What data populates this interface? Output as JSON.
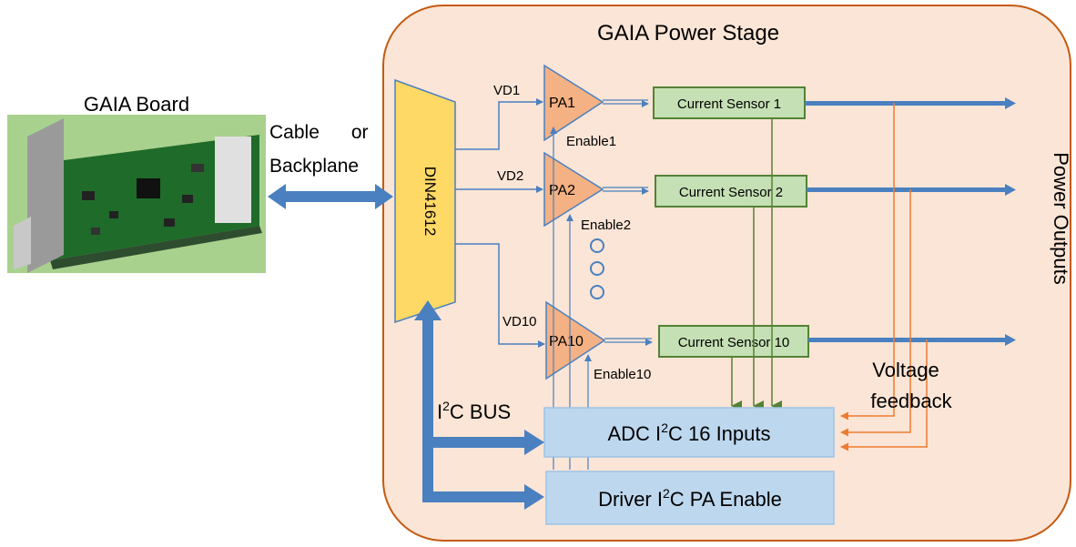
{
  "board": {
    "title": "GAIA Board"
  },
  "link": {
    "label_line1": "Cable      or",
    "label_line2": "Backplane"
  },
  "stage": {
    "title": "GAIA Power Stage"
  },
  "connector": {
    "label": "DIN41612"
  },
  "amplifiers": [
    {
      "label": "PA1",
      "supply": "VD1",
      "enable": "Enable1",
      "sensor": "Current Sensor 1"
    },
    {
      "label": "PA2",
      "supply": "VD2",
      "enable": "Enable2",
      "sensor": "Current Sensor 2"
    },
    {
      "label": "PA10",
      "supply": "VD10",
      "enable": "Enable10",
      "sensor": "Current Sensor 10"
    }
  ],
  "bus": {
    "label_pre": "I",
    "label_sup": "2",
    "label_post": "C BUS"
  },
  "adc": {
    "pre": "ADC I",
    "sup": "2",
    "post": "C 16 Inputs"
  },
  "driver": {
    "pre": "Driver I",
    "sup": "2",
    "post": "C PA Enable"
  },
  "feedback": {
    "line1": "Voltage",
    "line2": "feedback"
  },
  "outputs": {
    "label": "Power Outputs"
  },
  "colors": {
    "stage_fill": "#fbe5d6",
    "stage_border": "#c55a11",
    "connector_fill": "#ffd966",
    "pa_fill": "#f4b183",
    "sensor_fill": "#c5e0b4",
    "sensor_border": "#548235",
    "bus_blue": "#4a80c0",
    "chip_fill": "#bdd7ee",
    "feedback_orange": "#ed7d31"
  }
}
